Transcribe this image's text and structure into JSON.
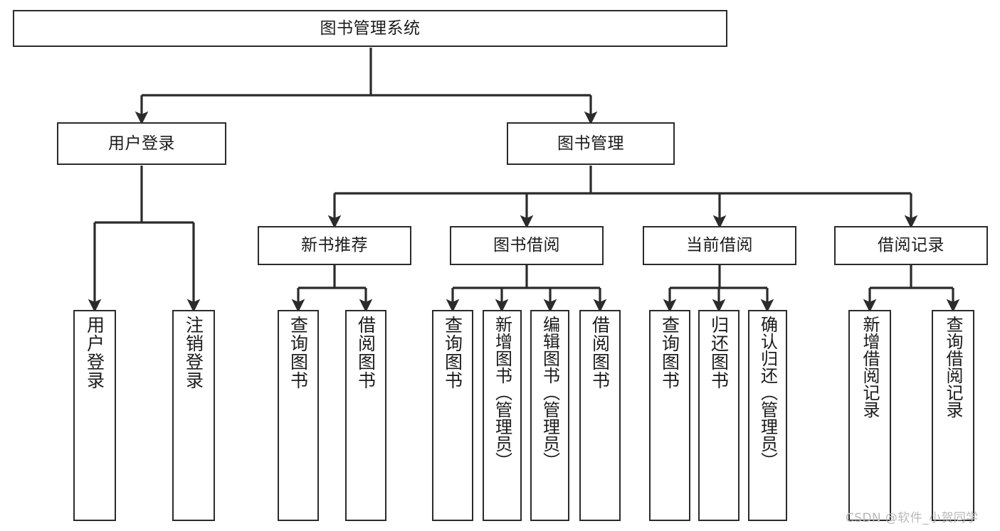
{
  "diagram": {
    "title": "图书管理系统",
    "type": "tree-hierarchy-diagram",
    "theme": {
      "background": "#ffffff",
      "node_border": "#2b2b2b",
      "node_fill": "#ffffff",
      "text": "#1b1b1b",
      "edge": "#2b2b2b",
      "watermark": "#b9b9b9"
    },
    "nodes": {
      "root": {
        "label": "图书管理系统"
      },
      "level1": [
        {
          "id": "user-login",
          "label": "用户登录"
        },
        {
          "id": "book-manage",
          "label": "图书管理"
        }
      ],
      "level2": [
        {
          "id": "new-book-recommend",
          "label": "新书推荐"
        },
        {
          "id": "book-borrow",
          "label": "图书借阅"
        },
        {
          "id": "current-borrow",
          "label": "当前借阅"
        },
        {
          "id": "borrow-record",
          "label": "借阅记录"
        }
      ],
      "leaves": {
        "user-login": [
          {
            "id": "leaf-user-login",
            "label": "用户登录"
          },
          {
            "id": "leaf-logout-login",
            "label": "注销登录"
          }
        ],
        "new-book-recommend": [
          {
            "id": "leaf-query-book-1",
            "label": "查询图书"
          },
          {
            "id": "leaf-borrow-book-1",
            "label": "借阅图书"
          }
        ],
        "book-borrow": [
          {
            "id": "leaf-query-book-2",
            "label": "查询图书"
          },
          {
            "id": "leaf-add-book-admin",
            "label": "新增图书（管理员）"
          },
          {
            "id": "leaf-edit-book-admin",
            "label": "编辑图书（管理员）"
          },
          {
            "id": "leaf-borrow-book-2",
            "label": "借阅图书"
          }
        ],
        "current-borrow": [
          {
            "id": "leaf-query-book-3",
            "label": "查询图书"
          },
          {
            "id": "leaf-return-book",
            "label": "归还图书"
          },
          {
            "id": "leaf-confirm-return-admin",
            "label": "确认归还（管理员）"
          }
        ],
        "borrow-record": [
          {
            "id": "leaf-add-borrow-record",
            "label": "新增借阅记录"
          },
          {
            "id": "leaf-query-borrow-record",
            "label": "查询借阅记录"
          }
        ]
      }
    },
    "watermark": "CSDN @软件_小贺同学"
  }
}
